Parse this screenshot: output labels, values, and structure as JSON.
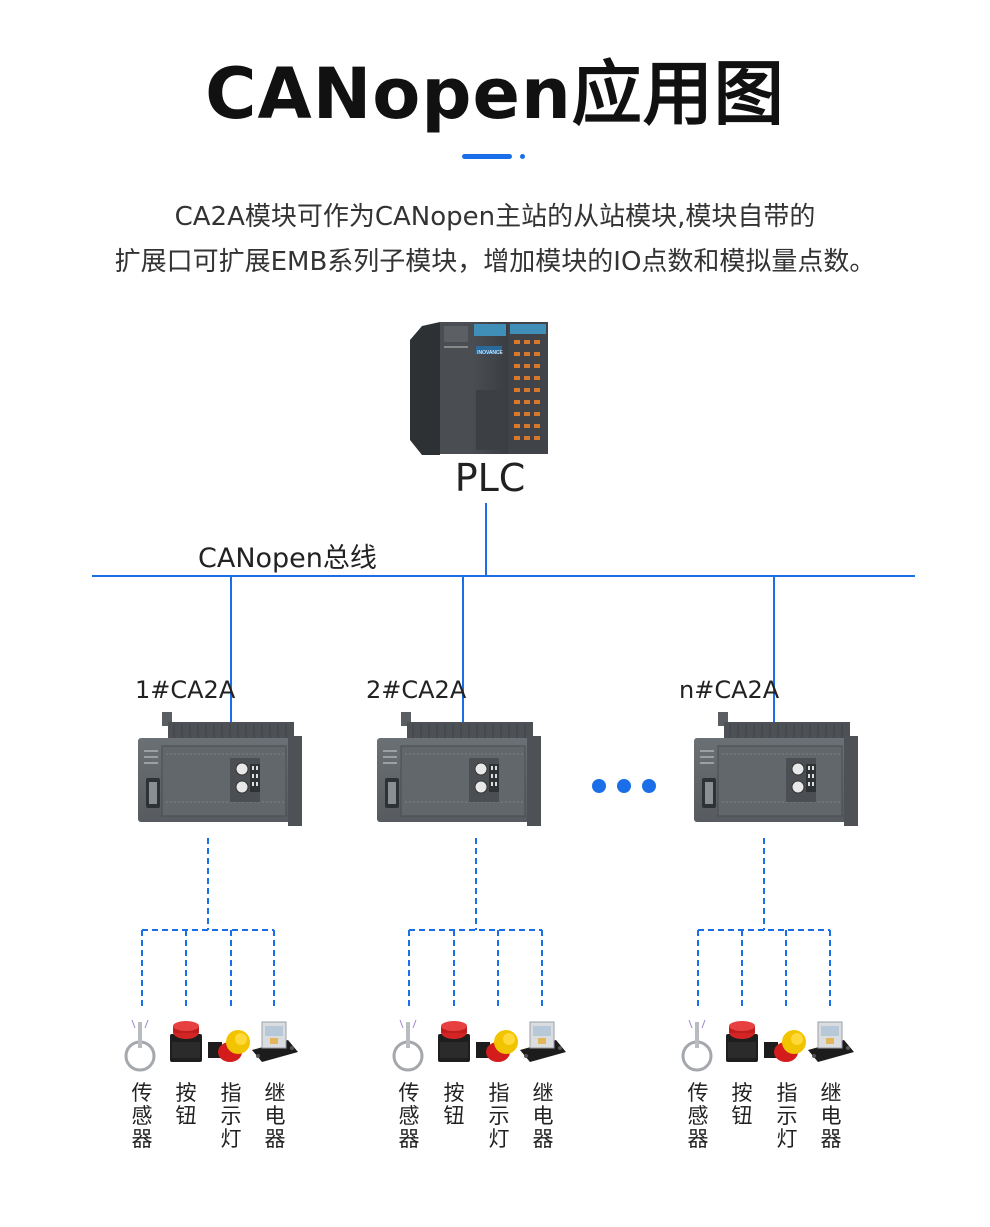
{
  "header": {
    "title": "CANopen应用图",
    "description_line1": "CA2A模块可作为CANopen主站的从站模块,模块自带的",
    "description_line2": "扩展口可扩展EMB系列子模块，增加模块的IO点数和模拟量点数。"
  },
  "diagram": {
    "plc_label": "PLC",
    "plc_brand": "INOVANCE",
    "bus_label": "CANopen总线",
    "modules": [
      {
        "label": "1#CA2A"
      },
      {
        "label": "2#CA2A"
      },
      {
        "label": "n#CA2A"
      }
    ],
    "devices": [
      {
        "label": "传感器",
        "icon": "sensor-icon"
      },
      {
        "label": "按钮",
        "icon": "push-button-icon"
      },
      {
        "label": "指示灯",
        "icon": "indicator-lamp-icon"
      },
      {
        "label": "继电器",
        "icon": "relay-icon"
      }
    ]
  },
  "colors": {
    "accent": "#1a6fe8",
    "module_body": "#5f6468",
    "text": "#222222"
  }
}
